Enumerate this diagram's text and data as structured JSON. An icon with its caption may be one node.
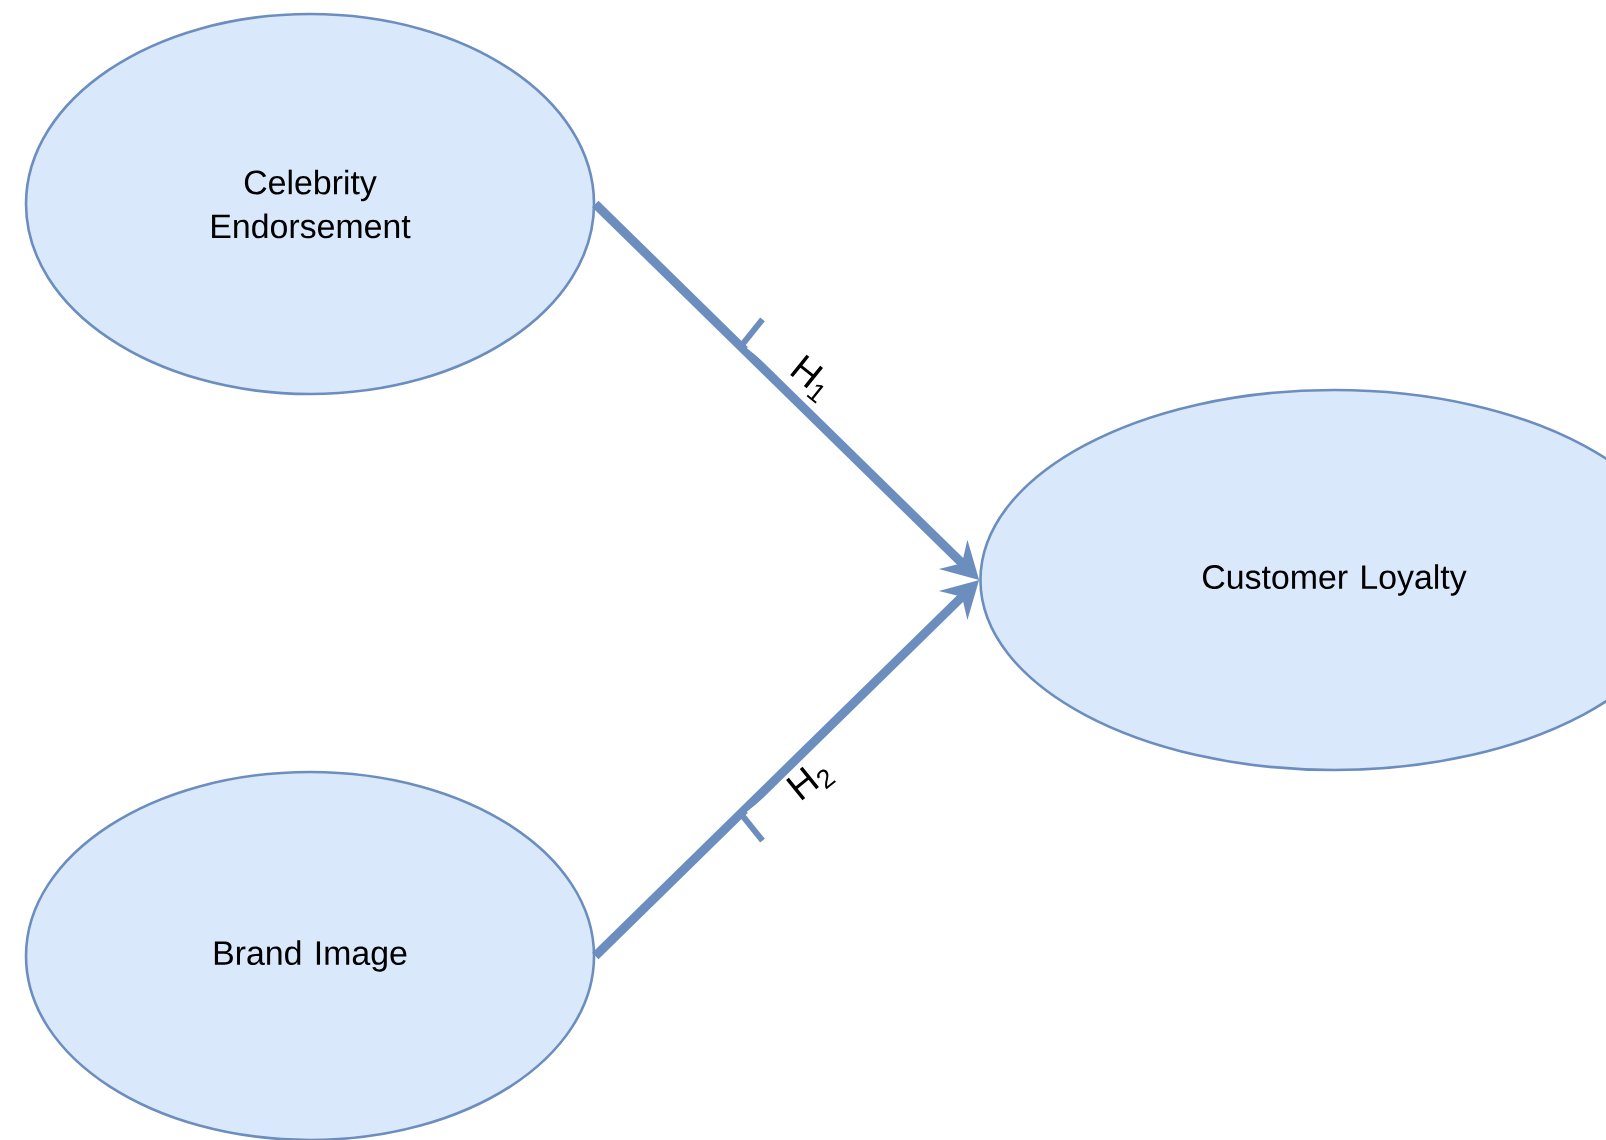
{
  "diagram": {
    "nodes": [
      {
        "text": [
          "Celebrity Endorsement"
        ]
      },
      {
        "text": [
          "Brand Image"
        ]
      },
      {
        "text": [
          "Customer Loyalty"
        ]
      }
    ],
    "edges": [
      {
        "from": 0,
        "to": 2,
        "arrow": "to",
        "label": "H$_{1}$"
      },
      {
        "from": 1,
        "to": 2,
        "arrow": "to",
        "label": "H$_{2}$"
      }
    ]
  }
}
